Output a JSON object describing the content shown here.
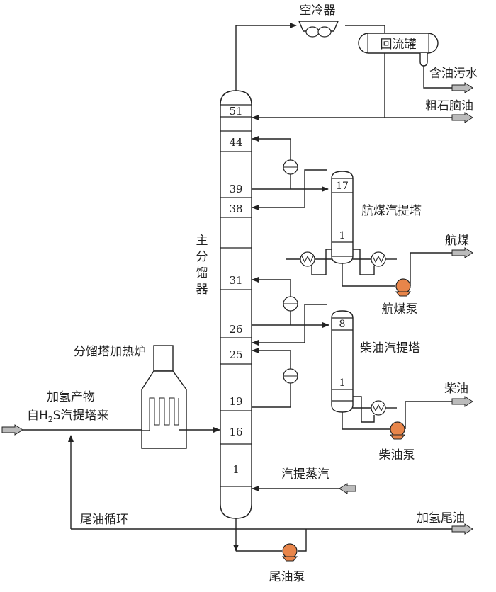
{
  "labels": {
    "air_cooler": "空冷器",
    "reflux_drum": "回流罐",
    "oily_water": "含油污水",
    "naphtha": "粗石脑油",
    "main_fractionator": [
      "主",
      "分",
      "馏",
      "器"
    ],
    "jet_stripper": "航煤汽提塔",
    "jet_fuel": "航煤",
    "jet_pump": "航煤泵",
    "diesel_stripper": "柴油汽提塔",
    "diesel": "柴油",
    "diesel_pump": "柴油泵",
    "heater": "分馏塔加热炉",
    "feed_line1": "加氢产物",
    "feed_line2_a": "自H",
    "feed_line2_sub": "2",
    "feed_line2_b": "S汽提塔来",
    "stripping_steam": "汽提蒸汽",
    "bottoms_recycle": "尾油循环",
    "hydro_bottoms": "加氢尾油",
    "bottoms_pump": "尾油泵"
  },
  "main_trays": [
    "51",
    "44",
    "39",
    "38",
    "31",
    "26",
    "25",
    "19",
    "16",
    "1"
  ],
  "jet_trays": [
    "17",
    "1"
  ],
  "diesel_trays": [
    "8",
    "1"
  ],
  "colors": {
    "line": "#222222",
    "pump": "#e8854a",
    "arrow_fill": "#bbbbbb"
  }
}
